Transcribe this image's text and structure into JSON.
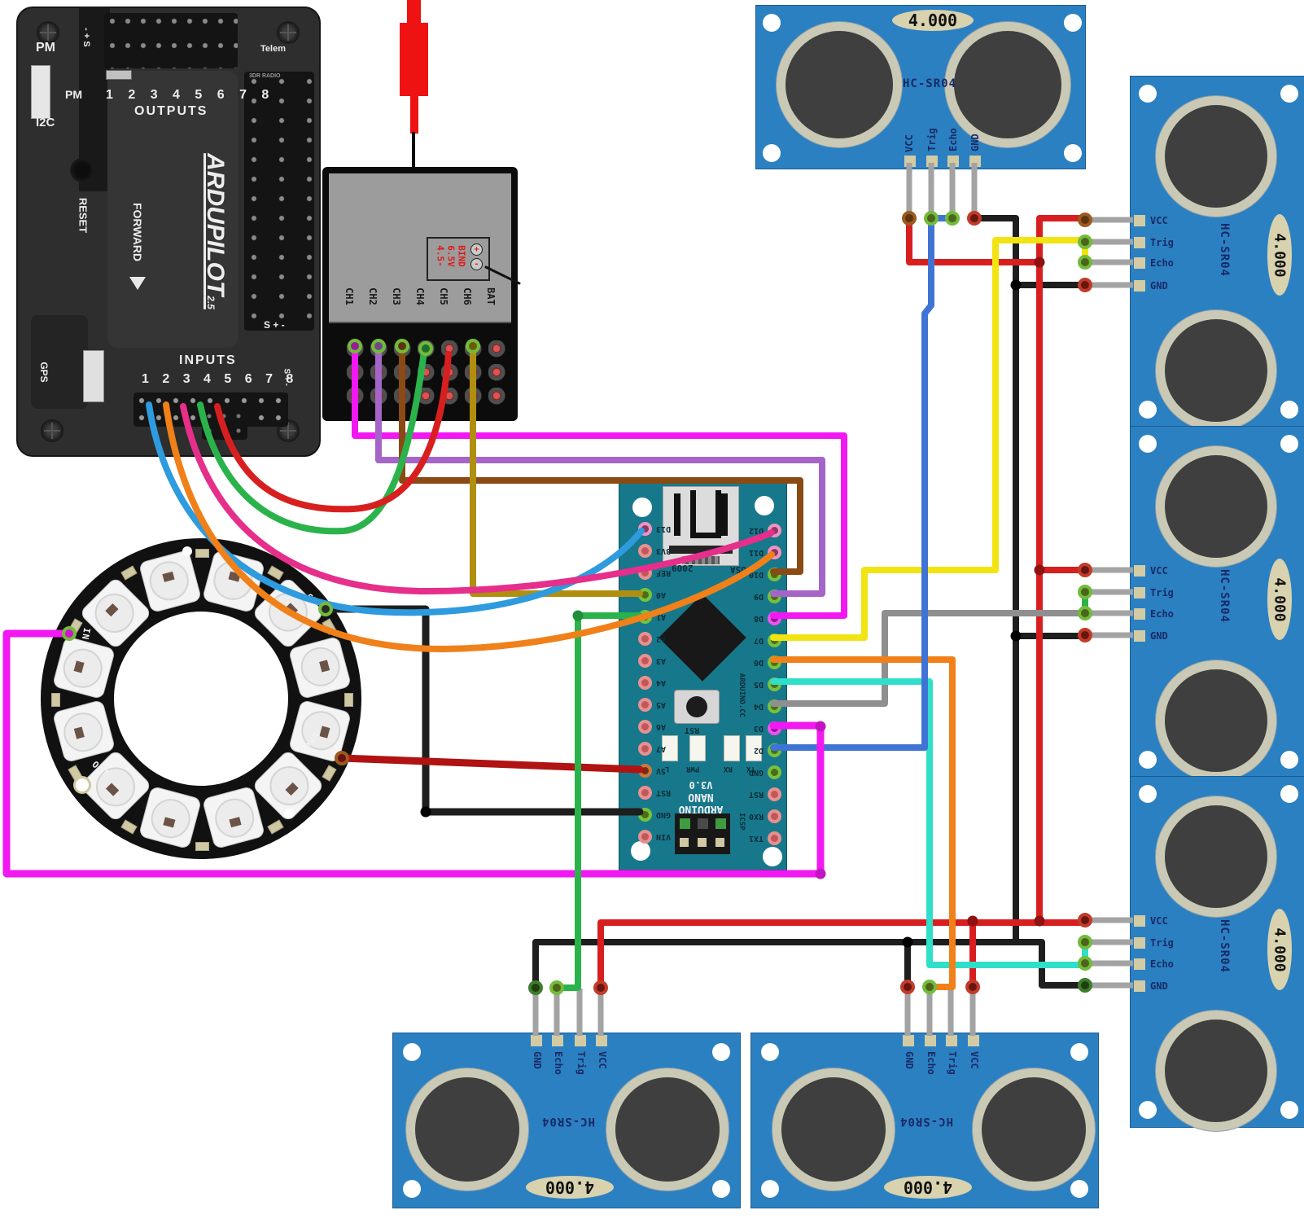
{
  "apm": {
    "pm_top": "PM",
    "rail_top": "- + S",
    "telem": "Telem",
    "pm_side": "PM",
    "i2c": "I2C",
    "outputs_numbers": "1 2 3 4 5 6 7 8",
    "outputs_label": "OUTPUTS",
    "radio_label": "3DR RADIO",
    "logo": "ARDUPILOT",
    "logo_version": "2.5",
    "reset": "RESET",
    "forward": "FORWARD",
    "gps": "GPS",
    "inputs_label": "INPUTS",
    "inputs_numbers": "1 2 3 4 5 6 7 8",
    "rail_right": "S + -",
    "rail_inputs": "S + -"
  },
  "receiver": {
    "channels": [
      "CH1",
      "CH2",
      "CH3",
      "CH4",
      "CH5",
      "CH6",
      "BAT"
    ],
    "bind_lines": [
      "4.5-",
      "6.5V",
      "BIND"
    ],
    "plus": "+",
    "minus": "-"
  },
  "nano": {
    "left_pins": [
      "D13",
      "3V3",
      "REF",
      "A0",
      "A1",
      "A2",
      "A3",
      "A4",
      "A5",
      "A6",
      "A7",
      "5V",
      "RST",
      "GND",
      "VIN"
    ],
    "right_pins": [
      "D12",
      "D11",
      "D10",
      "D9",
      "D8",
      "D7",
      "D6",
      "D5",
      "D4",
      "D3",
      "D2",
      "GND",
      "RST",
      "RX0",
      "TX1"
    ],
    "brand_line1": "ARDUINO",
    "brand_line2": "NANO",
    "brand_line3": "V3.0",
    "site": "ARDUINO.CC",
    "year": "2009",
    "country": "USA",
    "rst": "RST",
    "led_l": "L",
    "led_pwr": "PWR",
    "led_rx": "RX",
    "led_tx": "TX",
    "icsp": "ICSP"
  },
  "ring": {
    "in": "IN",
    "gnd": "GND",
    "pwr": "PWR",
    "out": "OUT"
  },
  "sensors": {
    "model": "HC-SR04",
    "crystal": "4.000",
    "pins": [
      "VCC",
      "Trig",
      "Echo",
      "GND"
    ]
  },
  "colors": {
    "magenta": "#f218f2",
    "pink": "#e62e8b",
    "purple": "#a565c8",
    "brown": "#8a4a14",
    "olive": "#b08f10",
    "yellow": "#f2e312",
    "green": "#2bb34b",
    "cyan": "#2fdfc9",
    "blue": "#3f74d4",
    "light_blue": "#2e9bdf",
    "orange": "#f08019",
    "red": "#d81f1f",
    "dark_red": "#b11212",
    "black": "#1e1e1e",
    "gray": "#8f8f8f",
    "leg_gray": "#a3a3a3",
    "sensor_blue": "#2b80c2",
    "nano_teal": "#17788c",
    "antenna_red": "#ee1212"
  }
}
